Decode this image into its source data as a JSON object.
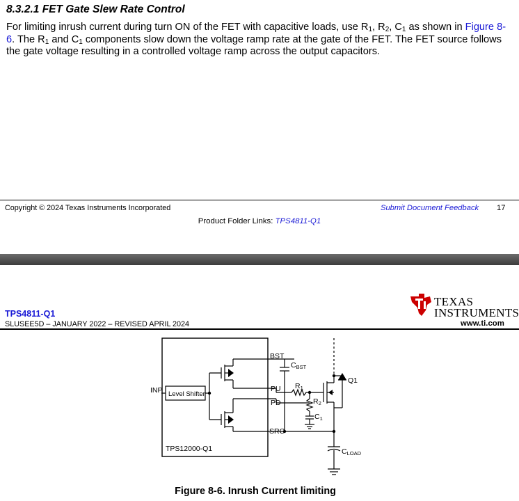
{
  "section": {
    "heading": "8.3.2.1 FET Gate Slew Rate Control",
    "p_1": "For limiting inrush current during turn ON of the FET with capacitive loads, use R",
    "sub_1": "1",
    "p_2": ", R",
    "sub_2": "2",
    "p_3": ", C",
    "sub_3": "1",
    "p_4": " as shown in ",
    "figure_link": "Figure 8-6",
    "p_5": ". The R",
    "sub_4": "1",
    "p_6": " and C",
    "sub_5": "1",
    "p_7": " components slow down the voltage ramp rate at the gate of the FET. The FET source follows the gate voltage resulting in a controlled voltage ramp across the output capacitors."
  },
  "footer": {
    "copyright": "Copyright © 2024 Texas Instruments Incorporated",
    "feedback_link": "Submit Document Feedback",
    "page_number": "17",
    "folder_label": "Product Folder Links: ",
    "folder_link": "TPS4811-Q1"
  },
  "header": {
    "part_number": "TPS4811-Q1",
    "revision": "SLUSEE5D – JANUARY 2022 – REVISED APRIL 2024",
    "url": "www.ti.com",
    "logo_line_1": "TEXAS",
    "logo_line_2": "INSTRUMENTS"
  },
  "figure": {
    "caption": "Figure 8-6. Inrush Current limiting",
    "labels": {
      "bst": "BST",
      "cbst_main": "C",
      "cbst_sub": "BST",
      "inp": "INP",
      "level_shifter": "Level Shifter",
      "pu": "PU",
      "pd": "PD",
      "src": "SRC",
      "r1_main": "R",
      "r1_sub": "1",
      "r2_main": "R",
      "r2_sub": "2",
      "c1_main": "C",
      "c1_sub": "1",
      "q1": "Q1",
      "cload_main": "C",
      "cload_sub": "LOAD",
      "chip": "TPS12000-Q1"
    }
  },
  "colors": {
    "link": "#1a1ad6",
    "text": "#000000"
  }
}
